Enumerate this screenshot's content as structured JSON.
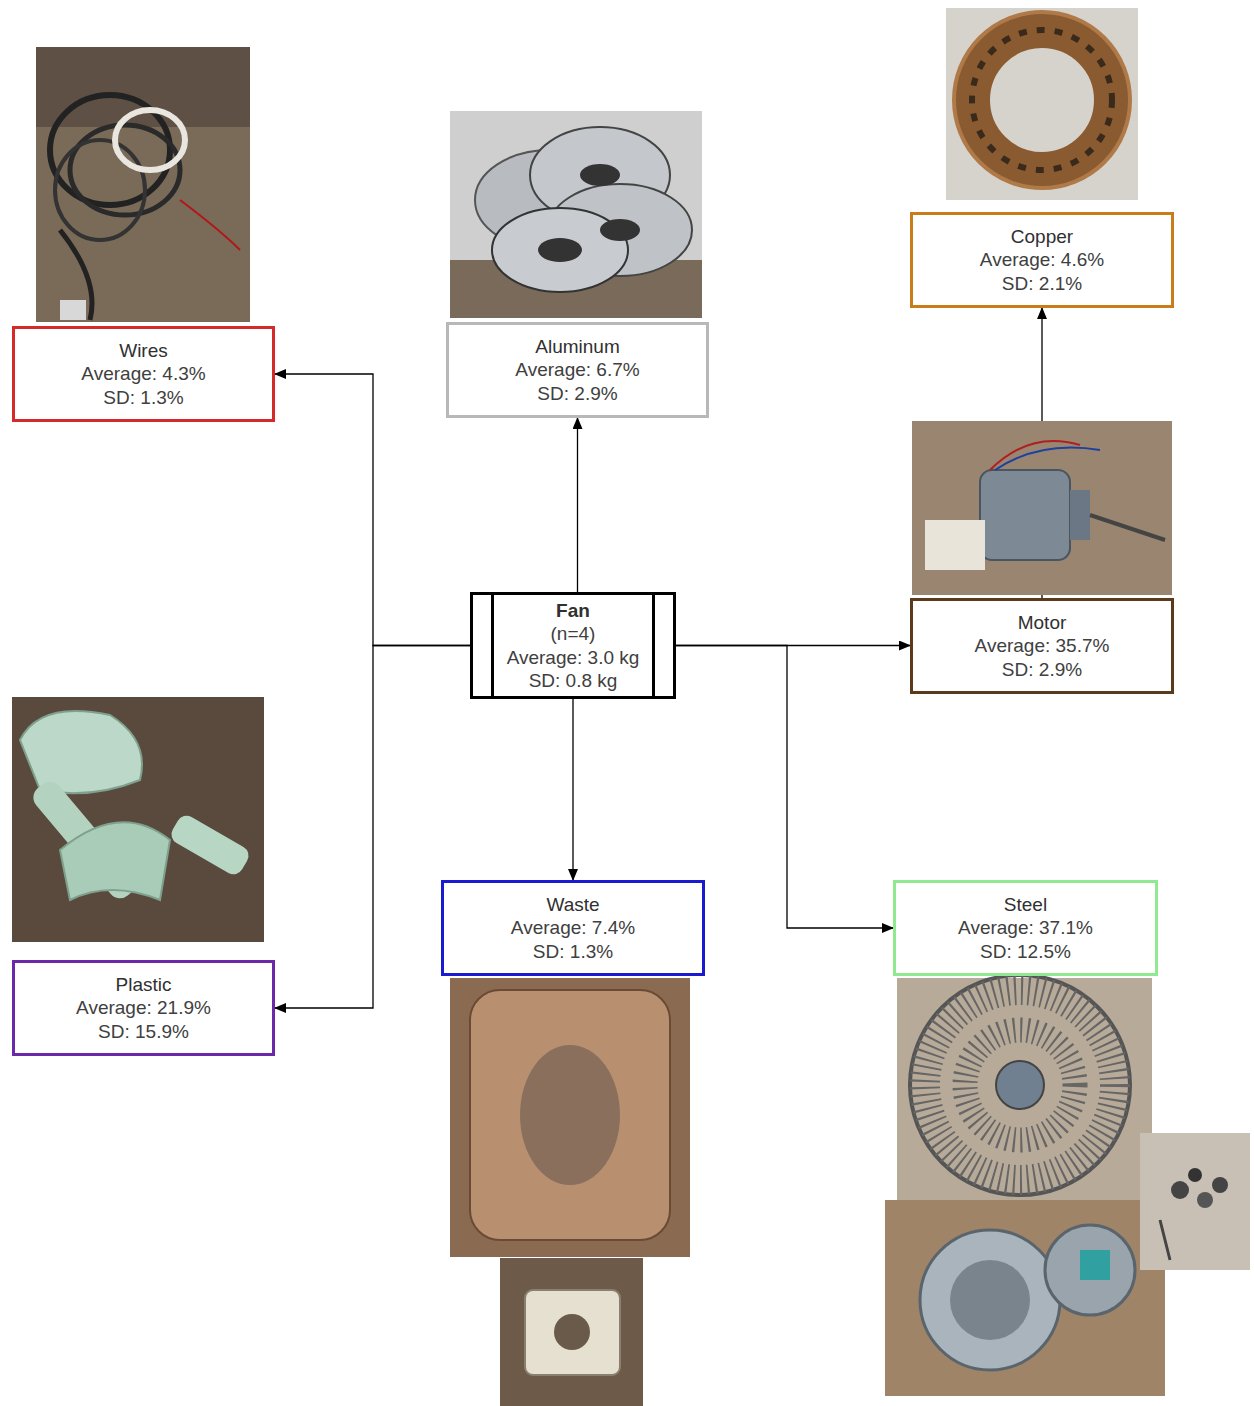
{
  "diagram": {
    "nodes": [
      {
        "text": [
          "Wires",
          "Average: 4.3%",
          "SD: 1.3%"
        ]
      },
      {
        "text": [
          "Aluminum",
          "Average: 6.7%",
          "SD: 2.9%"
        ]
      },
      {
        "text": [
          "Copper",
          "Average: 4.6%",
          "SD: 2.1%"
        ]
      },
      {
        "text": [
          "Motor",
          "Average: 35.7%",
          "SD: 2.9%"
        ]
      },
      {
        "text": [
          "Fan",
          "(n=4)",
          "Average: 3.0 kg",
          "SD: 0.8 kg"
        ]
      },
      {
        "text": [
          "Plastic",
          "Average: 21.9%",
          "SD: 15.9%"
        ]
      },
      {
        "text": [
          "Waste",
          "Average: 7.4%",
          "SD: 1.3%"
        ]
      },
      {
        "text": [
          "Steel",
          "Average: 37.1%",
          "SD: 12.5%"
        ]
      }
    ],
    "edges": [
      {
        "from": 4,
        "to": 0,
        "arrow": "to"
      },
      {
        "from": 4,
        "to": 5,
        "arrow": "to"
      },
      {
        "from": 4,
        "to": 1,
        "arrow": "to"
      },
      {
        "from": 4,
        "to": 6,
        "arrow": "to"
      },
      {
        "from": 4,
        "to": 3,
        "arrow": "to"
      },
      {
        "from": 4,
        "to": 7,
        "arrow": "to"
      },
      {
        "from": 3,
        "to": 2,
        "arrow": "to"
      }
    ]
  }
}
